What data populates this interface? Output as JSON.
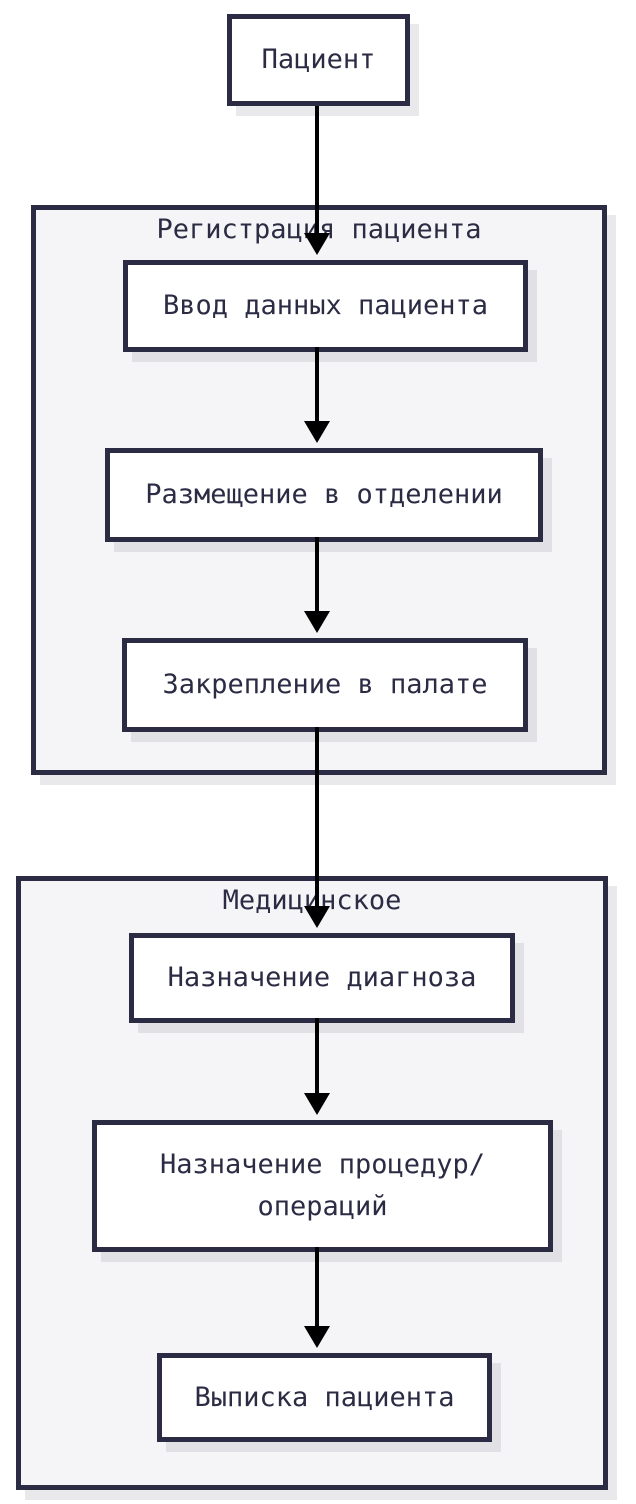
{
  "flowchart": {
    "start_node": {
      "label": "Пациент"
    },
    "groups": [
      {
        "title": "Регистрация пациента",
        "steps": [
          {
            "label": "Ввод данных пациента"
          },
          {
            "label": "Размещение в отделении"
          },
          {
            "label": "Закрепление в палате"
          }
        ]
      },
      {
        "title": "Медицинское",
        "steps": [
          {
            "label": "Назначение диагноза"
          },
          {
            "label": "Назначение процедур/\nопераций"
          },
          {
            "label": "Выписка пациента"
          }
        ]
      }
    ],
    "colors": {
      "node_border": "#2b2b44",
      "node_fill": "#ffffff",
      "group_fill": "#f5f5f8",
      "text": "#2b2b44",
      "arrow": "#000000",
      "shadow": "#e9e9ef"
    }
  }
}
